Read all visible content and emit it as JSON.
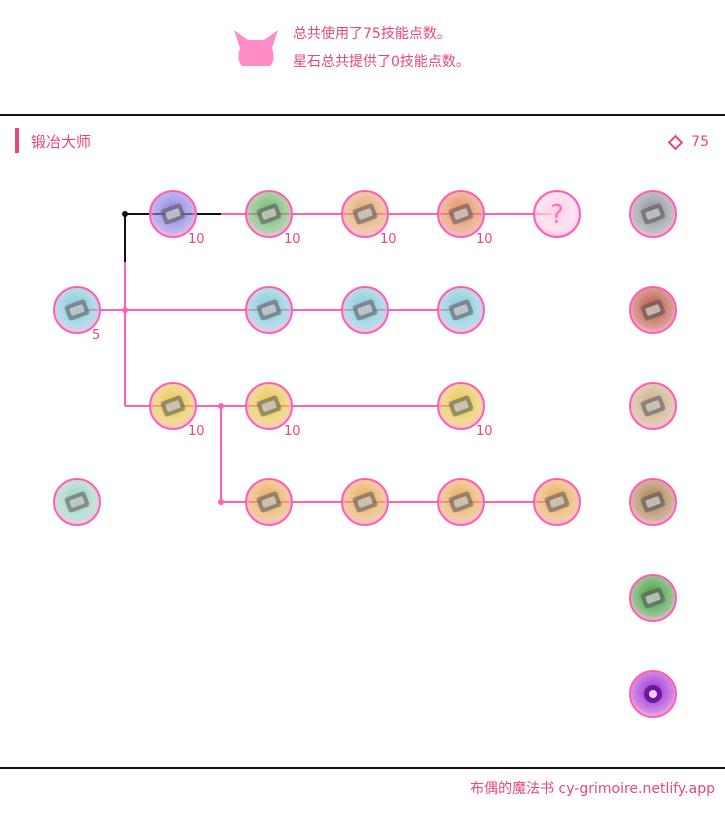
{
  "summary": {
    "used_line": "总共使用了75技能点数。",
    "star_line": "星石总共提供了0技能点数。"
  },
  "section": {
    "title": "锻冶大师",
    "points": "75"
  },
  "colors": {
    "accent": "#e8457f",
    "line": "#ff5fb4",
    "locked_line": "#111111"
  },
  "nodes": [
    {
      "id": "r1c2",
      "icon": "anvil-purple-icon",
      "level": "10",
      "col": 2,
      "row": 1,
      "tint": "#8a7fe0"
    },
    {
      "id": "r1c3",
      "icon": "anvil-red-icon",
      "level": "10",
      "col": 3,
      "row": 1,
      "tint": "#6fb36a"
    },
    {
      "id": "r1c4",
      "icon": "anvil-silver-icon",
      "level": "10",
      "col": 4,
      "row": 1,
      "tint": "#e3a36a"
    },
    {
      "id": "r1c5",
      "icon": "anvil-gold-icon",
      "level": "10",
      "col": 5,
      "row": 1,
      "tint": "#e38a5a"
    },
    {
      "id": "r1c6",
      "icon": "question-icon",
      "level": "",
      "col": 6,
      "row": 1,
      "tint": "#ffd1e8"
    },
    {
      "id": "r2c1",
      "icon": "armor-sword-icon",
      "level": "5",
      "col": 1,
      "row": 2,
      "tint": "#7fc6d8"
    },
    {
      "id": "r2c3",
      "icon": "armor-sword-icon",
      "level": "",
      "col": 3,
      "row": 2,
      "tint": "#7fc6d8"
    },
    {
      "id": "r2c4",
      "icon": "armor-sword-icon",
      "level": "",
      "col": 4,
      "row": 2,
      "tint": "#7fc6d8"
    },
    {
      "id": "r2c5",
      "icon": "armor-sword-icon",
      "level": "",
      "col": 5,
      "row": 2,
      "tint": "#7fc6d8"
    },
    {
      "id": "r3c2",
      "icon": "armor-gold-icon",
      "level": "10",
      "col": 2,
      "row": 3,
      "tint": "#e8c34a"
    },
    {
      "id": "r3c3",
      "icon": "armor-gold-icon",
      "level": "10",
      "col": 3,
      "row": 3,
      "tint": "#e8c34a"
    },
    {
      "id": "r3c5",
      "icon": "armor-gold-icon",
      "level": "10",
      "col": 5,
      "row": 3,
      "tint": "#e8c34a"
    },
    {
      "id": "r4c1",
      "icon": "crafting-kit-icon",
      "level": "",
      "col": 1,
      "row": 4,
      "tint": "#9ad0c0"
    },
    {
      "id": "r4c3",
      "icon": "armor-gem-icon",
      "level": "",
      "col": 3,
      "row": 4,
      "tint": "#e8a85a"
    },
    {
      "id": "r4c4",
      "icon": "armor-gem-icon",
      "level": "",
      "col": 4,
      "row": 4,
      "tint": "#e8a85a"
    },
    {
      "id": "r4c5",
      "icon": "armor-gem-icon",
      "level": "",
      "col": 5,
      "row": 4,
      "tint": "#e8a85a"
    },
    {
      "id": "r4c6",
      "icon": "armor-gem-icon",
      "level": "",
      "col": 6,
      "row": 4,
      "tint": "#e8a85a"
    }
  ],
  "materials": [
    {
      "icon": "iron-ingot-icon",
      "tint": "#8a8f96"
    },
    {
      "icon": "leather-icon",
      "tint": "#b8523e"
    },
    {
      "icon": "fang-icon",
      "tint": "#c8a880"
    },
    {
      "icon": "wood-log-icon",
      "tint": "#a87a4a"
    },
    {
      "icon": "leaf-plant-icon",
      "tint": "#3d9a3a"
    },
    {
      "icon": "magic-orb-icon",
      "tint": "#a02ad0"
    }
  ],
  "footer": {
    "text": "布偶的魔法书 cy-grimoire.netlify.app"
  }
}
